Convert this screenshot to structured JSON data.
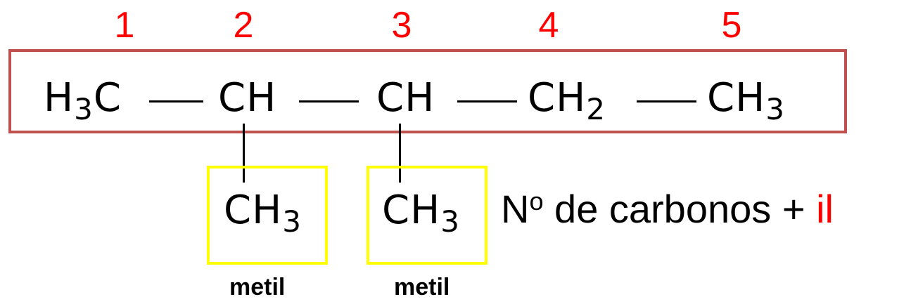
{
  "numbers": [
    "1",
    "2",
    "3",
    "4",
    "5"
  ],
  "chain": {
    "c1": {
      "main": "H",
      "sub": "3",
      "tail": "C"
    },
    "c2": {
      "main": "CH",
      "sub": ""
    },
    "c3": {
      "main": "CH",
      "sub": ""
    },
    "c4": {
      "main": "CH",
      "sub": "2"
    },
    "c5": {
      "main": "CH",
      "sub": "3"
    }
  },
  "substituents": [
    {
      "main": "CH",
      "sub": "3",
      "label": "metil"
    },
    {
      "main": "CH",
      "sub": "3",
      "label": "metil"
    }
  ],
  "rule": {
    "prefix": "N",
    "sup": "o",
    "text": " de carbonos + ",
    "suffix": "il"
  },
  "colors": {
    "numbers": "#ff0000",
    "chain_box": "#c0504d",
    "substituent_box": "#ffff00",
    "suffix": "#ff0000"
  }
}
